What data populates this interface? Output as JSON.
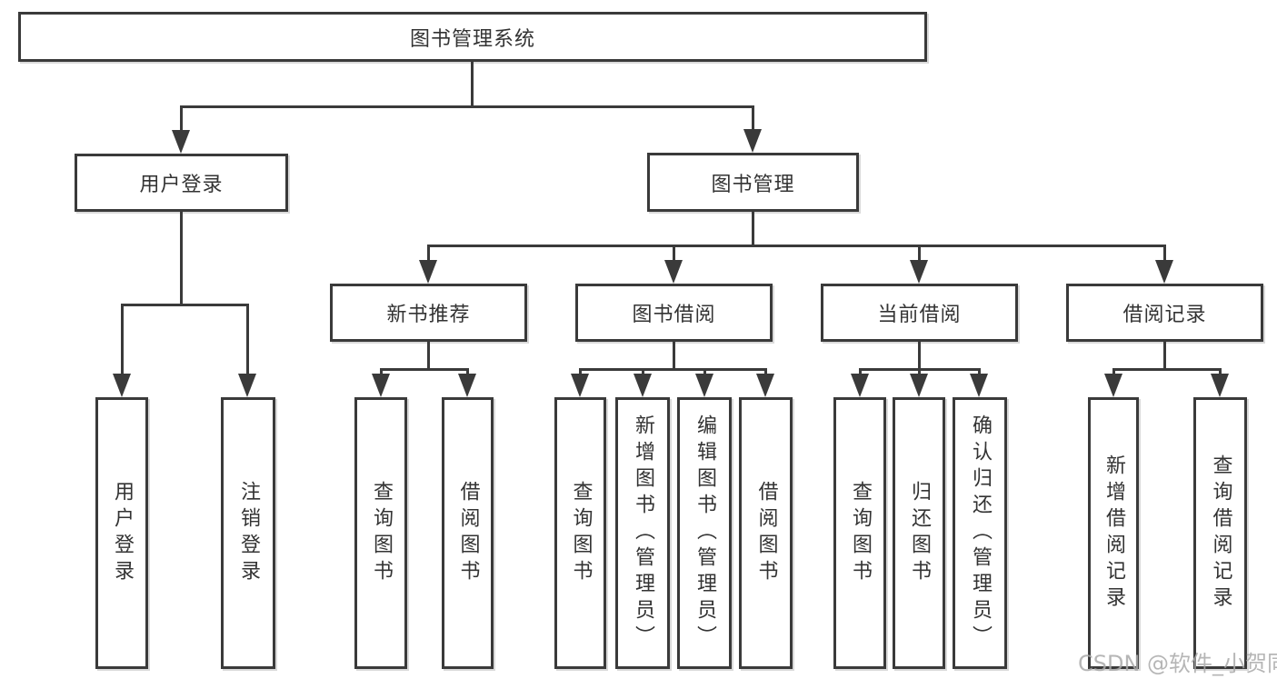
{
  "diagram_title": "图书管理系统",
  "nodes": {
    "root": "图书管理系统",
    "user_login": "用户登录",
    "book_management": "图书管理",
    "new_book_recommend": "新书推荐",
    "book_borrowing": "图书借阅",
    "current_borrowing": "当前借阅",
    "borrowing_records": "借阅记录",
    "leaf_user_login": "用户登录",
    "leaf_logout": "注销登录",
    "leaf_query_books_recommend": "查询图书",
    "leaf_borrow_books_recommend": "借阅图书",
    "leaf_query_books_borrowing": "查询图书",
    "leaf_add_books_admin": "新增图书（管理员）",
    "leaf_edit_books_admin": "编辑图书（管理员）",
    "leaf_borrow_books_borrowing": "借阅图书",
    "leaf_query_books_current": "查询图书",
    "leaf_return_books": "归还图书",
    "leaf_confirm_return_admin": "确认归还（管理员）",
    "leaf_add_borrow_record": "新增借阅记录",
    "leaf_query_borrow_record": "查询借阅记录"
  },
  "watermark": "CSDN @软件_小贺同学",
  "colors": {
    "line": "#3a3a3a",
    "text": "#333333",
    "background": "#ffffff",
    "watermark": "#aaaaaa"
  }
}
